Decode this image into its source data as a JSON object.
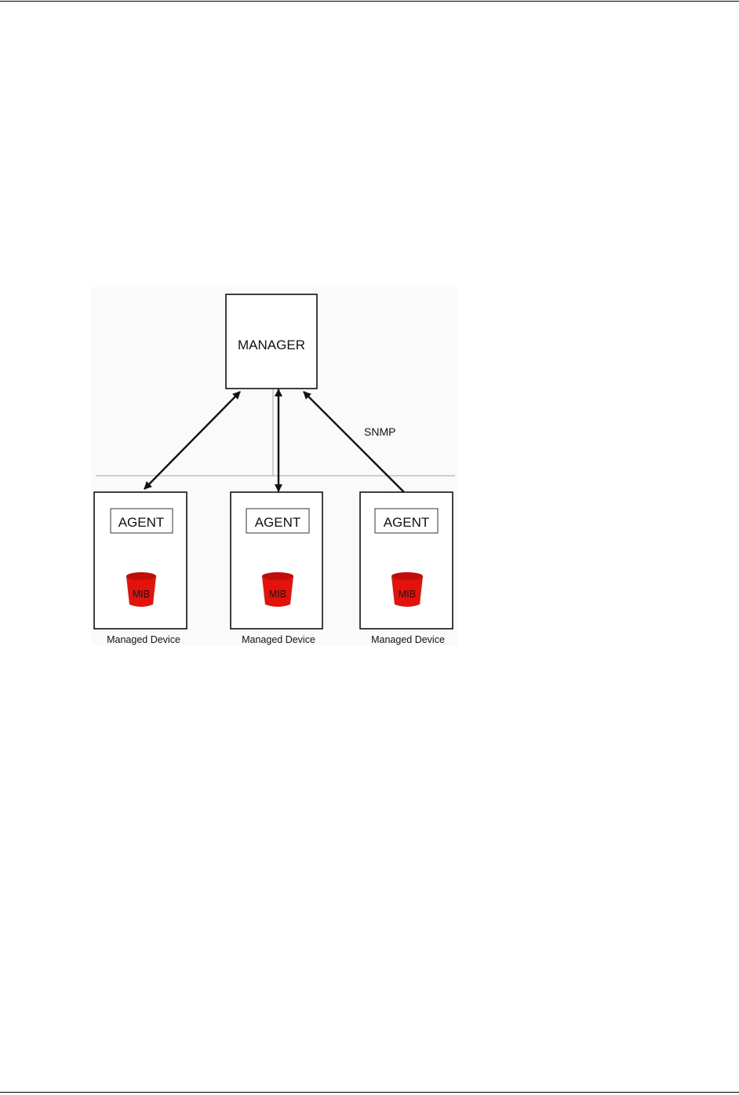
{
  "diagram": {
    "manager_label": "MANAGER",
    "protocol_label": "SNMP",
    "devices": [
      {
        "agent_label": "AGENT",
        "mib_label": "MIB",
        "device_label": "Managed Device"
      },
      {
        "agent_label": "AGENT",
        "mib_label": "MIB",
        "device_label": "Managed Device"
      },
      {
        "agent_label": "AGENT",
        "mib_label": "MIB",
        "device_label": "Managed Device"
      }
    ],
    "colors": {
      "mib_fill": "#e3120b",
      "mib_top": "#c00d08",
      "line": "#111111",
      "background_panel": "#fafafa"
    }
  }
}
